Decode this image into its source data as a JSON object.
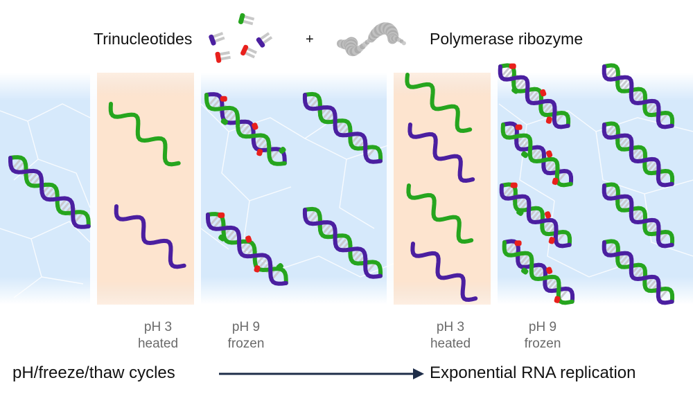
{
  "header": {
    "trinucleotides_label": "Trinucleotides",
    "plus_sign": "+",
    "ribozyme_label": "Polymerase ribozyme"
  },
  "conditions": [
    {
      "ph": "pH 3",
      "state": "heated"
    },
    {
      "ph": "pH 9",
      "state": "frozen"
    },
    {
      "ph": "pH 3",
      "state": "heated"
    },
    {
      "ph": "pH 9",
      "state": "frozen"
    }
  ],
  "footer": {
    "left_label": "pH/freeze/thaw cycles",
    "right_label": "Exponential RNA replication"
  },
  "colors": {
    "ice_blue": "#d6e9fb",
    "heat_peach": "#fde4cf",
    "strand_green": "#26a51e",
    "strand_purple": "#4b1fa0",
    "trinucleotide_red": "#e8201c",
    "ribozyme_gray": "#b8b8b8"
  },
  "icons": [
    "trinucleotide-icon",
    "polymerase-ribozyme-icon",
    "rna-helix-icon",
    "arrow-right-icon"
  ]
}
